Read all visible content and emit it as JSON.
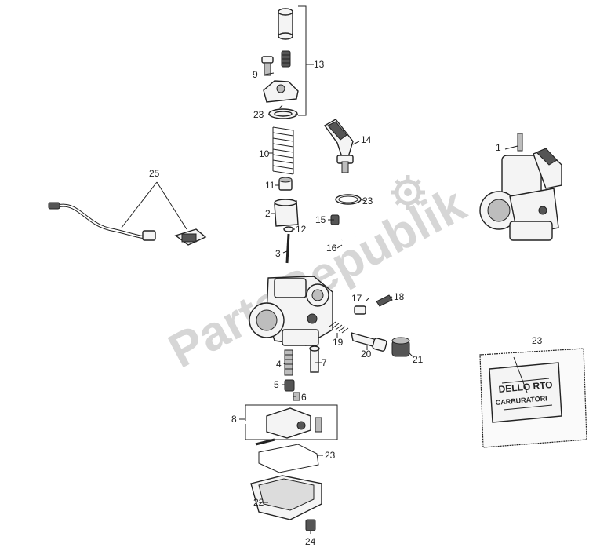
{
  "watermark": "PartsRepublik",
  "callouts": {
    "c1": "1",
    "c2": "2",
    "c3": "3",
    "c4": "4",
    "c5": "5",
    "c6": "6",
    "c7": "7",
    "c8": "8",
    "c9": "9",
    "c10": "10",
    "c11": "11",
    "c12": "12",
    "c13": "13",
    "c14": "14",
    "c15": "15",
    "c16": "16",
    "c17": "17",
    "c18": "18",
    "c19": "19",
    "c20": "20",
    "c21": "21",
    "c22": "22",
    "c23a": "23",
    "c23b": "23",
    "c23c": "23",
    "c23d": "23",
    "c24": "24",
    "c25": "25"
  },
  "bag": {
    "brand": "DELLO RTO",
    "subtitle": "CARBURATORI"
  },
  "icons": [
    "gear-icon"
  ]
}
